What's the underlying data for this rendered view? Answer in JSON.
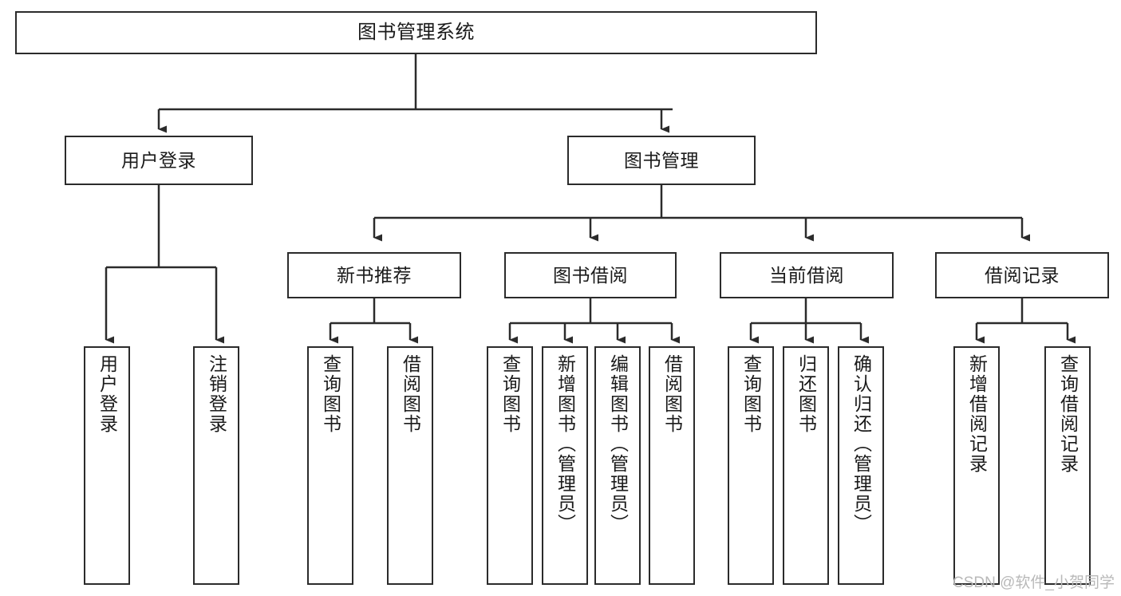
{
  "diagram": {
    "type": "tree",
    "title": "图书管理系统",
    "watermark": "CSDN @软件_小贺同学",
    "style": {
      "background": "#ffffff",
      "box_border": "#2b2b2b",
      "box_fill": "#ffffff",
      "edge_color": "#2b2b2b",
      "text_color": "#1a1a1a",
      "watermark_color": "#b9b9b9"
    },
    "nodes": {
      "root": {
        "label": "图书管理系统",
        "level": 1
      },
      "l2": [
        {
          "id": "user_login",
          "label": "用户登录",
          "level": 2
        },
        {
          "id": "book_manage",
          "label": "图书管理",
          "level": 2
        }
      ],
      "l3": [
        {
          "id": "new_book_rec",
          "label": "新书推荐",
          "level": 3,
          "parent": "book_manage"
        },
        {
          "id": "book_borrow",
          "label": "图书借阅",
          "level": 3,
          "parent": "book_manage"
        },
        {
          "id": "current_borrow",
          "label": "当前借阅",
          "level": 3,
          "parent": "book_manage"
        },
        {
          "id": "borrow_record",
          "label": "借阅记录",
          "level": 3,
          "parent": "book_manage"
        }
      ],
      "leaves": [
        {
          "id": "leaf_1",
          "label": "用户登录",
          "parent": "user_login"
        },
        {
          "id": "leaf_2",
          "label": "注销登录",
          "parent": "user_login"
        },
        {
          "id": "leaf_3",
          "label": "查询图书",
          "parent": "new_book_rec"
        },
        {
          "id": "leaf_4",
          "label": "借阅图书",
          "parent": "new_book_rec"
        },
        {
          "id": "leaf_5",
          "label": "查询图书",
          "parent": "book_borrow"
        },
        {
          "id": "leaf_6",
          "label": "新增图书（管理员）",
          "parent": "book_borrow"
        },
        {
          "id": "leaf_7",
          "label": "编辑图书（管理员）",
          "parent": "book_borrow"
        },
        {
          "id": "leaf_8",
          "label": "借阅图书",
          "parent": "book_borrow"
        },
        {
          "id": "leaf_9",
          "label": "查询图书",
          "parent": "current_borrow"
        },
        {
          "id": "leaf_10",
          "label": "归还图书",
          "parent": "current_borrow"
        },
        {
          "id": "leaf_11",
          "label": "确认归还（管理员）",
          "parent": "current_borrow"
        },
        {
          "id": "leaf_12",
          "label": "新增借阅记录",
          "parent": "borrow_record"
        },
        {
          "id": "leaf_13",
          "label": "查询借阅记录",
          "parent": "borrow_record"
        }
      ]
    }
  }
}
